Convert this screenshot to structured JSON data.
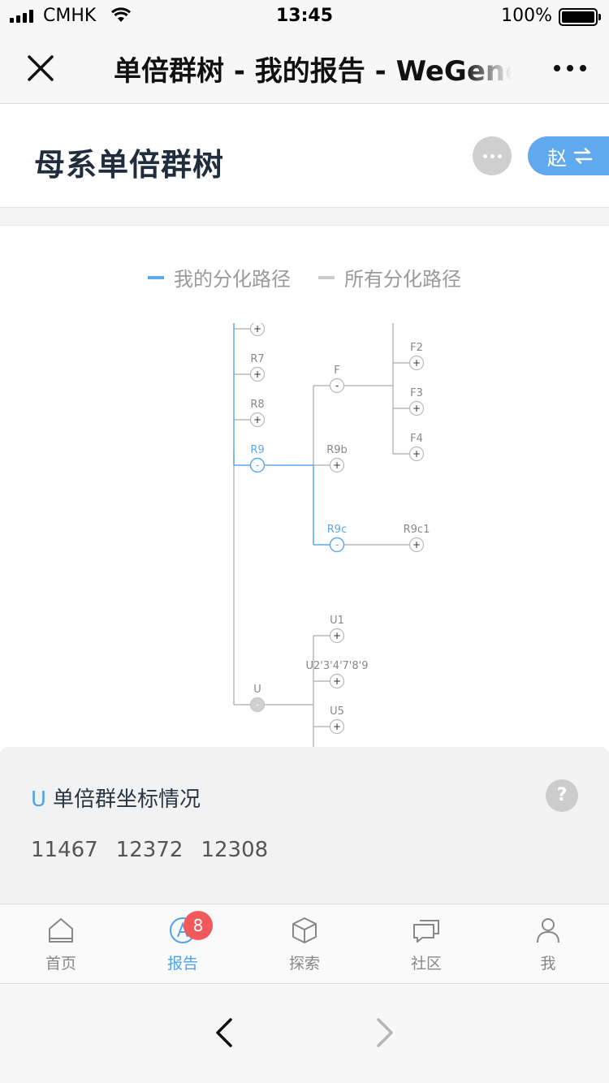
{
  "status_bar": {
    "carrier": "CMHK",
    "time": "13:45",
    "battery": "100%"
  },
  "nav": {
    "title": "单倍群树 - 我的报告 - WeGene"
  },
  "page": {
    "title": "母系单倍群树",
    "user_button": "赵"
  },
  "legend": [
    {
      "label": "我的分化路径",
      "color": "#5fa9ee"
    },
    {
      "label": "所有分化路径",
      "color": "#cccccc"
    }
  ],
  "tree": {
    "highlight_color": "#5fa9ee",
    "default_color": "#b8b8b8",
    "node_labels": {
      "r7": "R7",
      "r8": "R8",
      "r9": "R9",
      "r9b": "R9b",
      "r9c": "R9c",
      "r9c1": "R9c1",
      "f": "F",
      "f2": "F2",
      "f3": "F3",
      "f4": "F4",
      "u": "U",
      "u1": "U1",
      "u2": "U2'3'4'7'8'9",
      "u5": "U5"
    }
  },
  "info_panel": {
    "haplogroup": "U",
    "heading": "单倍群坐标情况",
    "help": "?",
    "coordinates": [
      "11467",
      "12372",
      "12308"
    ]
  },
  "tabs": [
    {
      "label": "首页",
      "icon": "home-icon",
      "active": false
    },
    {
      "label": "报告",
      "icon": "report-icon",
      "active": true,
      "badge": "8"
    },
    {
      "label": "探索",
      "icon": "cube-icon",
      "active": false
    },
    {
      "label": "社区",
      "icon": "chat-icon",
      "active": false
    },
    {
      "label": "我",
      "icon": "person-icon",
      "active": false
    }
  ]
}
